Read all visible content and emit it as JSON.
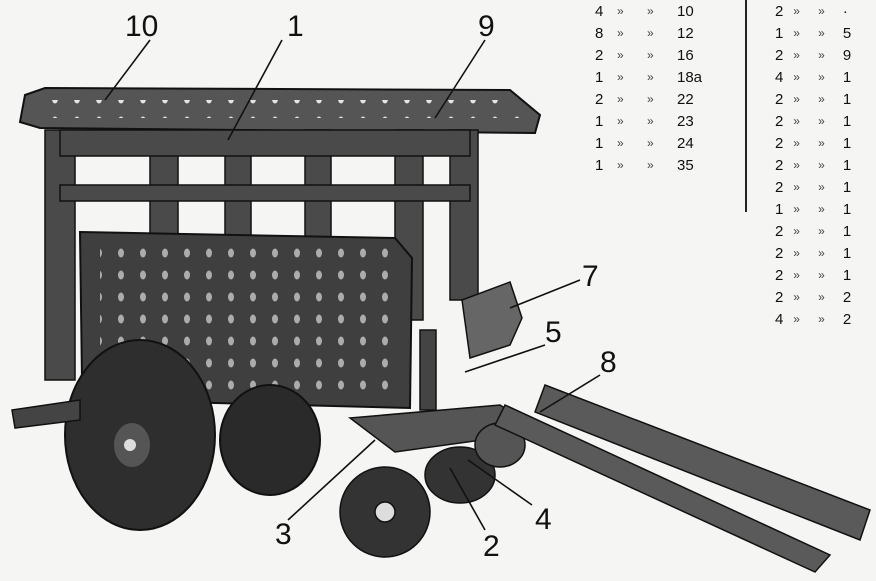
{
  "callouts": {
    "c10": "10",
    "c1": "1",
    "c9": "9",
    "c7": "7",
    "c5": "5",
    "c8": "8",
    "c3": "3",
    "c2": "2",
    "c4": "4"
  },
  "parts_left": [
    {
      "qty": "4",
      "d1": "»",
      "d2": "»",
      "num": "10"
    },
    {
      "qty": "8",
      "d1": "»",
      "d2": "»",
      "num": "12"
    },
    {
      "qty": "2",
      "d1": "»",
      "d2": "»",
      "num": "16"
    },
    {
      "qty": "1",
      "d1": "»",
      "d2": "»",
      "num": "18a"
    },
    {
      "qty": "2",
      "d1": "»",
      "d2": "»",
      "num": "22"
    },
    {
      "qty": "1",
      "d1": "»",
      "d2": "»",
      "num": "23"
    },
    {
      "qty": "1",
      "d1": "»",
      "d2": "»",
      "num": "24"
    },
    {
      "qty": "1",
      "d1": "»",
      "d2": "»",
      "num": "35"
    }
  ],
  "parts_right": [
    {
      "qty": "2",
      "d1": "»",
      "d2": "»",
      "num": "·"
    },
    {
      "qty": "1",
      "d1": "»",
      "d2": "»",
      "num": "5"
    },
    {
      "qty": "2",
      "d1": "»",
      "d2": "»",
      "num": "9"
    },
    {
      "qty": "4",
      "d1": "»",
      "d2": "»",
      "num": "1"
    },
    {
      "qty": "2",
      "d1": "»",
      "d2": "»",
      "num": "1"
    },
    {
      "qty": "2",
      "d1": "»",
      "d2": "»",
      "num": "1"
    },
    {
      "qty": "2",
      "d1": "»",
      "d2": "»",
      "num": "1"
    },
    {
      "qty": "2",
      "d1": "»",
      "d2": "»",
      "num": "1"
    },
    {
      "qty": "2",
      "d1": "»",
      "d2": "»",
      "num": "1"
    },
    {
      "qty": "1",
      "d1": "»",
      "d2": "»",
      "num": "1"
    },
    {
      "qty": "2",
      "d1": "»",
      "d2": "»",
      "num": "1"
    },
    {
      "qty": "2",
      "d1": "»",
      "d2": "»",
      "num": "1"
    },
    {
      "qty": "2",
      "d1": "»",
      "d2": "»",
      "num": "1"
    },
    {
      "qty": "2",
      "d1": "»",
      "d2": "»",
      "num": "2"
    },
    {
      "qty": "4",
      "d1": "»",
      "d2": "»",
      "num": "2"
    }
  ]
}
